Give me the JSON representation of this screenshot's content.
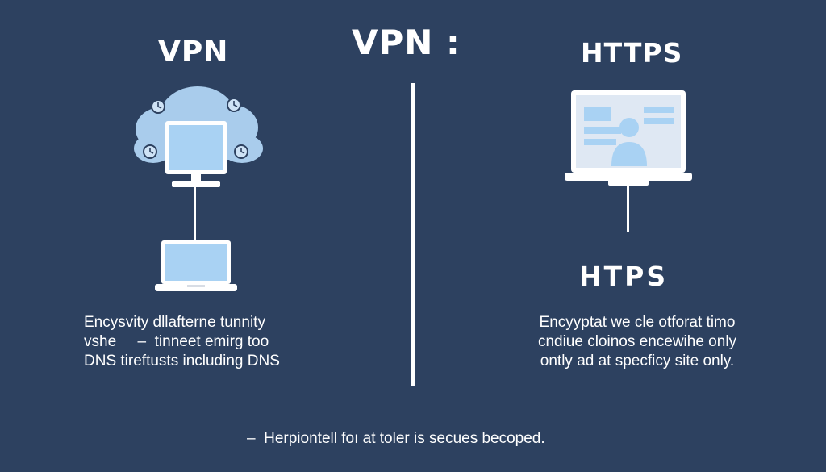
{
  "header": {
    "title": "VPN :"
  },
  "vpn": {
    "title": "VPN",
    "description_lines": [
      "Encysvity dllafterne tunnity",
      "vshe     –  tinneet emirg too",
      "DNS tireftusts including DNS"
    ]
  },
  "https": {
    "title": "HTTPS",
    "subtitle": "HTPS",
    "description_lines": [
      "Encyyptat we cle otforat timo",
      "cndiue cloinos encewihe only",
      "ontly ad at specficy site only."
    ]
  },
  "footer": {
    "text": "–  Herpiontell foı at toler is secues becoped."
  },
  "icons": {
    "vpn_cloud": "cloud-icon",
    "vpn_monitor": "monitor-icon",
    "vpn_laptop": "laptop-icon",
    "https_laptop": "laptop-icon",
    "https_user": "user-icon"
  },
  "colors": {
    "background": "#2d4160",
    "cloud": "#a9ccec",
    "screen": "#a9d2f3",
    "device": "#ffffff",
    "text": "#ffffff"
  }
}
